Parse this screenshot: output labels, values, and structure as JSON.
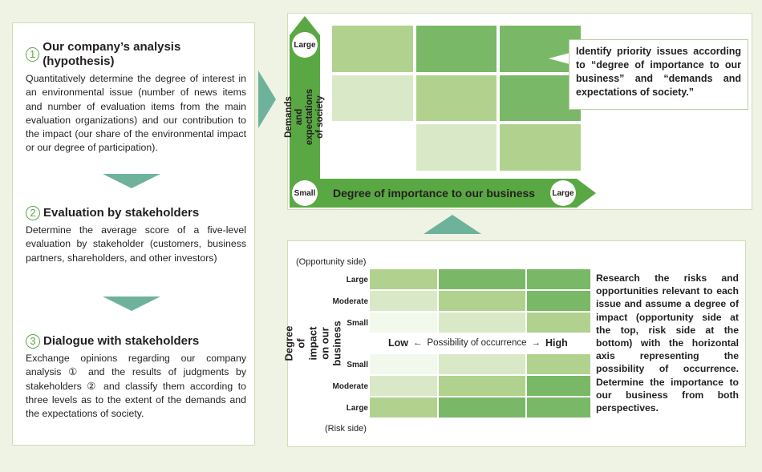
{
  "steps": [
    {
      "num": "1",
      "title": "Our company’s analysis (hypothesis)",
      "body": "Quantitatively determine the degree of interest in an environmental issue (number of news items and number of evaluation items from the main evaluation organizations) and our contribution to the impact (our share of the environmental impact or our degree of participation)."
    },
    {
      "num": "2",
      "title": "Evaluation by stakeholders",
      "body": "Determine the average score of a five-level evaluation by stakeholder (customers, business partners, shareholders, and other investors)"
    },
    {
      "num": "3",
      "title": "Dialogue with stakeholders",
      "body": "Exchange opinions regarding our company analysis ① and the results of judgments by stakeholders ② and classify them according to three levels as to the extent of the demands and the expectations of society."
    }
  ],
  "top_matrix": {
    "y_axis_label": "Demands and expectations of society",
    "x_axis_label": "Degree of importance to our business",
    "y_large": "Large",
    "origin_small": "Small",
    "x_large": "Large",
    "callout": "Identify priority issues according to “degree of importance to our business” and “demands and expectations of society.”",
    "cells": [
      [
        "#b1d28f",
        "#79b866",
        "#79b866"
      ],
      [
        "#d9e9c7",
        "#b1d28f",
        "#79b866"
      ],
      [
        "#ffffff",
        "#d9e9c7",
        "#b1d28f"
      ]
    ]
  },
  "bottom_matrix": {
    "opportunity_caption": "(Opportunity side)",
    "risk_caption": "(Risk side)",
    "y_axis_label": "Degree of impact on our business",
    "upper_rows": [
      "Large",
      "Moderate",
      "Small"
    ],
    "lower_rows": [
      "Small",
      "Moderate",
      "Large"
    ],
    "x_low": "Low",
    "x_label": "Possibility of occurrence",
    "x_high": "High",
    "arrow_left": "←",
    "arrow_right": "→",
    "upper_cells": [
      [
        "#b1d28f",
        "#79b866",
        "#79b866"
      ],
      [
        "#d9e9c7",
        "#b1d28f",
        "#79b866"
      ],
      [
        "#f3f8ed",
        "#d9e9c7",
        "#b1d28f"
      ]
    ],
    "lower_cells": [
      [
        "#f3f8ed",
        "#d9e9c7",
        "#b1d28f"
      ],
      [
        "#d9e9c7",
        "#b1d28f",
        "#79b866"
      ],
      [
        "#b1d28f",
        "#79b866",
        "#79b866"
      ]
    ],
    "description": "Research the risks and opportunities relevant to each issue and assume a degree of impact (opportunity side at the top, risk side at the bottom) with the horizontal axis representing the possibility of occurrence. Determine the importance to our business from both perspectives."
  }
}
